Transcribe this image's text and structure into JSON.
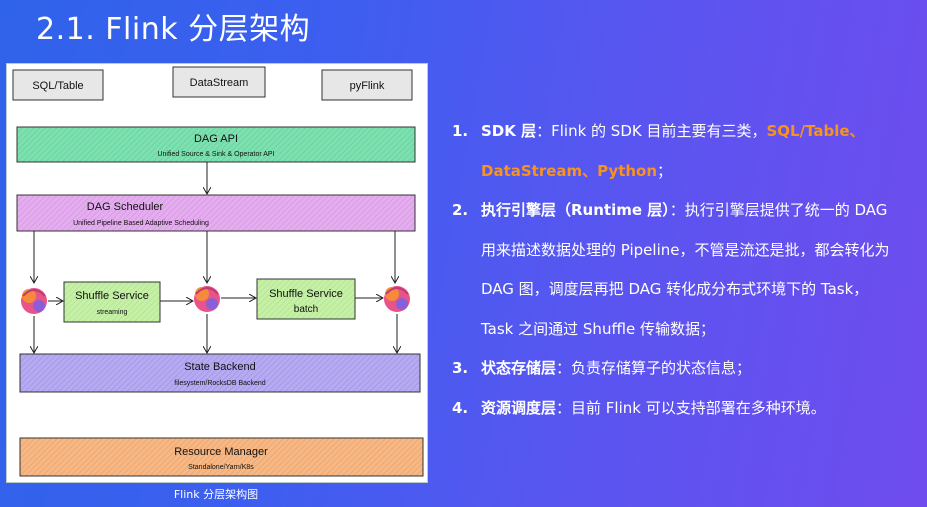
{
  "title": "2.1. Flink 分层架构",
  "figure": {
    "caption": "Flink 分层架构图",
    "top_boxes": [
      "SQL/Table",
      "DataStream",
      "pyFlink"
    ],
    "dag_api": {
      "title": "DAG API",
      "subtitle": "Unified Source & Sink & Operator API"
    },
    "dag_scheduler": {
      "title": "DAG Scheduler",
      "subtitle": "Unified Pipeline Based Adaptive Scheduling"
    },
    "shuffle_streaming": {
      "title": "Shuffle Service",
      "subtitle": "streaming"
    },
    "shuffle_batch": {
      "title": "Shuffle Service",
      "subtitle": "batch"
    },
    "state_backend": {
      "title": "State Backend",
      "subtitle": "filesystem/RocksDB Backend"
    },
    "resource_manager": {
      "title": "Resource Manager",
      "subtitle": "Standalone/Yarn/K8s"
    },
    "colors": {
      "dag_api": "#7ee0b0",
      "scheduler": "#e4aeee",
      "shuffle": "#c6f0a8",
      "state": "#b6aaf0",
      "resource": "#f5b886",
      "top_box": "#e7e7e7"
    }
  },
  "points": [
    {
      "num": "1.",
      "lead": "SDK 层",
      "text": "：Flink 的 SDK 目前主要有三类，",
      "highlight": "SQL/Table、",
      "highlight2": "DataStream、Python",
      "tail": "；"
    },
    {
      "num": "2.",
      "lead": "执行引擎层（Runtime 层）",
      "text": "：执行引擎层提供了统一的 DAG",
      "line2": "用来描述数据处理的 Pipeline，不管是流还是批，都会转化为",
      "line3": "DAG 图，调度层再把 DAG 转化成分布式环境下的 Task，",
      "line4": "Task 之间通过 Shuffle 传输数据；"
    },
    {
      "num": "3.",
      "lead": "状态存储层",
      "text": "：负责存储算子的状态信息；"
    },
    {
      "num": "4.",
      "lead": "资源调度层",
      "text": "：目前 Flink 可以支持部署在多种环境。"
    }
  ]
}
